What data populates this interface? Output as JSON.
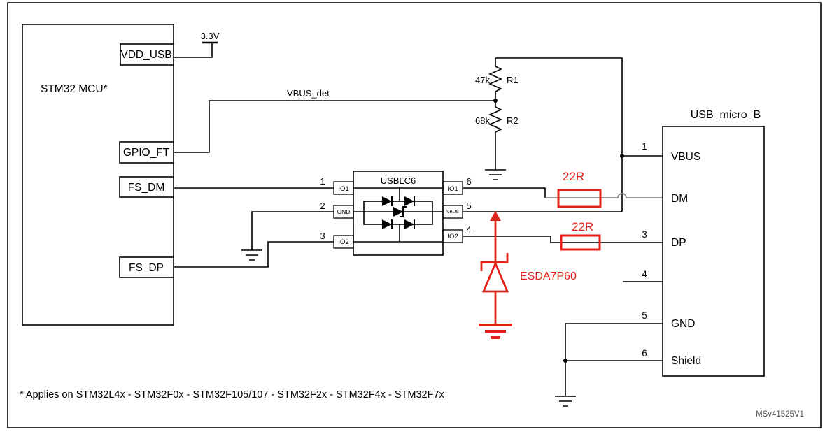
{
  "figure": {
    "footnote": "* Applies on STM32L4x - STM32F0x - STM32F105/107 - STM32F2x - STM32F4x - STM32F7x",
    "figure_id": "MSv41525V1"
  },
  "colors": {
    "line": "#000000",
    "accent_red": "#e32119",
    "dm_wire_gray": "#8c8c8c"
  },
  "mcu": {
    "title": "STM32 MCU*",
    "pins": [
      {
        "label": "VDD_USB"
      },
      {
        "label": "GPIO_FT"
      },
      {
        "label": "FS_DM"
      },
      {
        "label": "FS_DP"
      }
    ]
  },
  "supply": {
    "label": "3.3V"
  },
  "nets": {
    "vbus_det": "VBUS_det"
  },
  "divider": {
    "r1": {
      "ref": "R1",
      "value": "47k"
    },
    "r2": {
      "ref": "R2",
      "value": "68k"
    }
  },
  "usblc6": {
    "title": "USBLC6",
    "left_pins": [
      {
        "num": "1",
        "label": "IO1"
      },
      {
        "num": "2",
        "label": "GND"
      },
      {
        "num": "3",
        "label": "IO2"
      }
    ],
    "right_pins": [
      {
        "num": "6",
        "label": "IO1"
      },
      {
        "num": "5",
        "label": "VBUS"
      },
      {
        "num": "4",
        "label": "IO2"
      }
    ]
  },
  "series_resistors": [
    {
      "value": "22R"
    },
    {
      "value": "22R"
    }
  ],
  "esd_diode": {
    "ref": "ESDA7P60"
  },
  "connector": {
    "title": "USB_micro_B",
    "pins": [
      {
        "num": "1",
        "label": "VBUS"
      },
      {
        "num": "",
        "label": "DM"
      },
      {
        "num": "3",
        "label": "DP"
      },
      {
        "num": "4",
        "label": ""
      },
      {
        "num": "5",
        "label": "GND"
      },
      {
        "num": "6",
        "label": "Shield"
      }
    ]
  }
}
